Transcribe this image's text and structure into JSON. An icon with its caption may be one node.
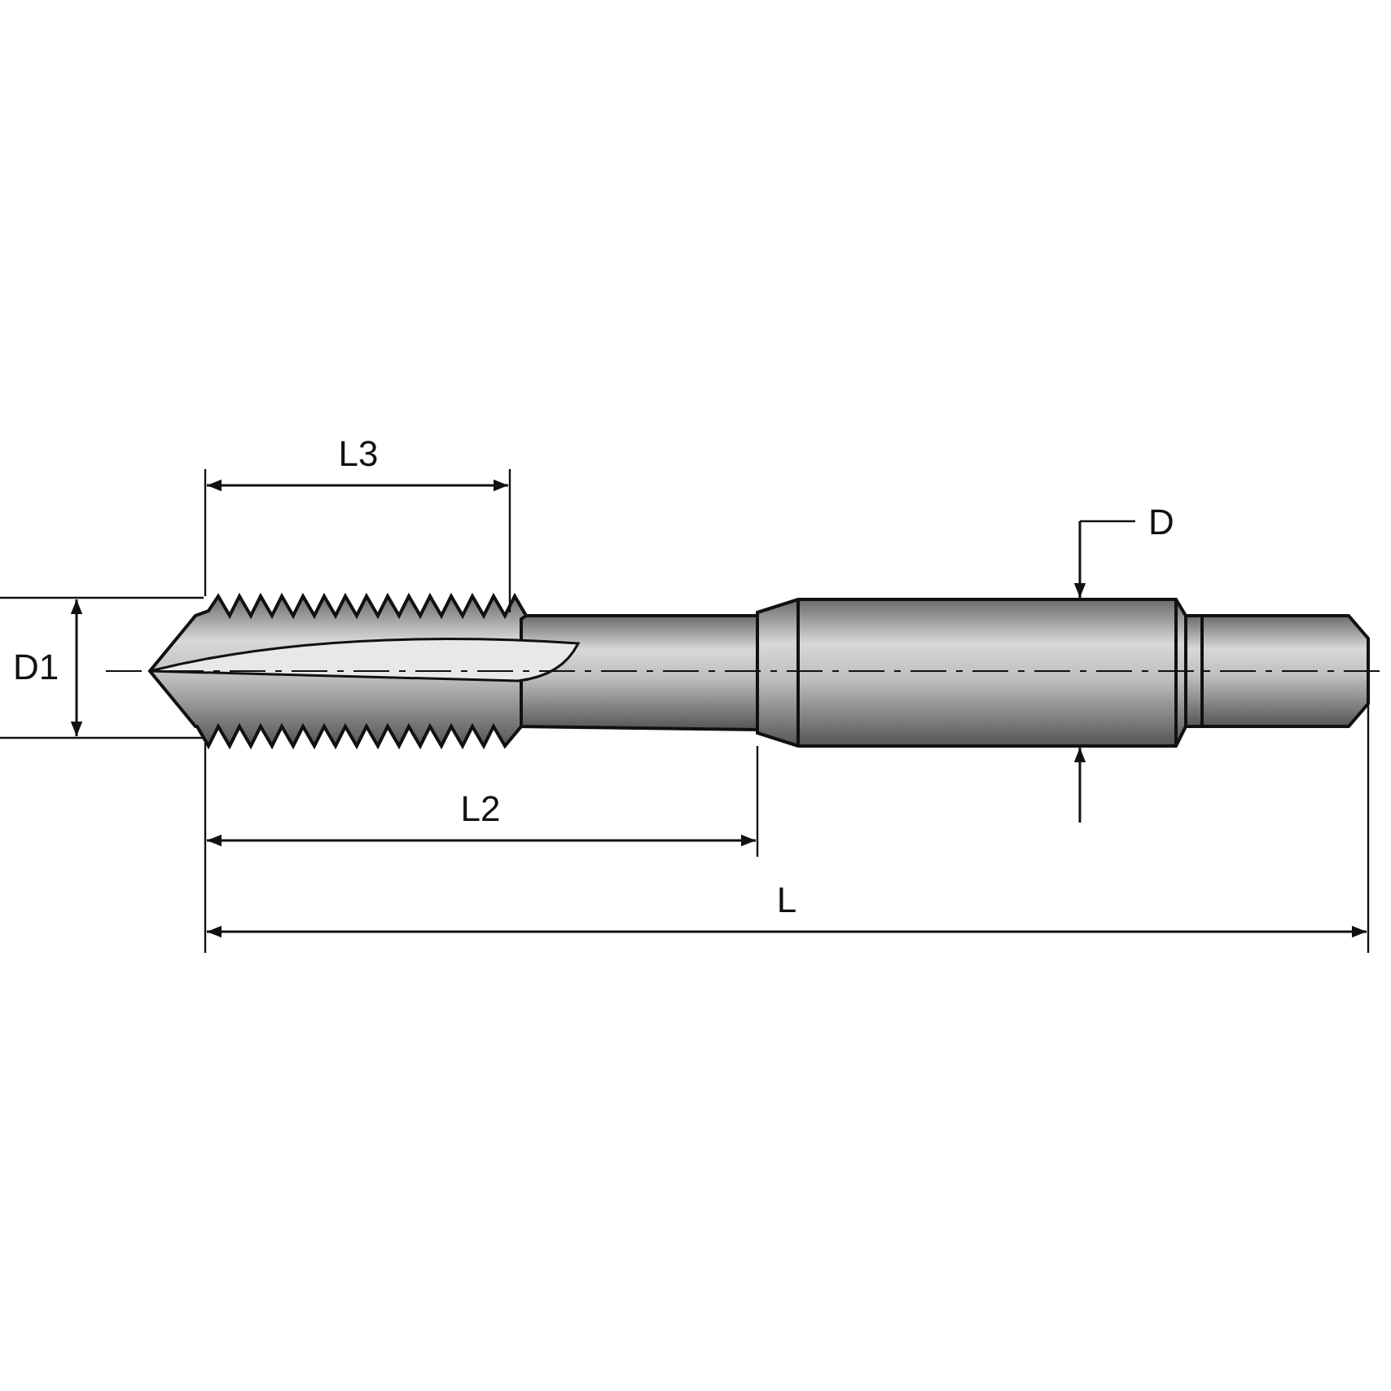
{
  "diagram": {
    "labels": [
      "L3",
      "D",
      "D1",
      "L2",
      "L"
    ]
  }
}
